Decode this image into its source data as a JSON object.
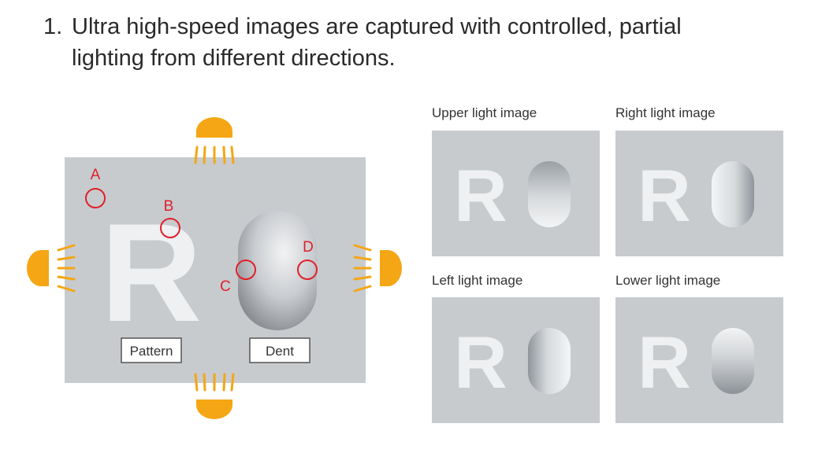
{
  "heading": {
    "number": "1.",
    "line1": "Ultra high-speed images are captured with controlled, partial",
    "line2": "lighting from different directions."
  },
  "diagram": {
    "points": [
      "A",
      "B",
      "C",
      "D"
    ],
    "label_pattern": "Pattern",
    "label_dent": "Dent",
    "letter": "R"
  },
  "thumbnails": [
    {
      "label": "Upper light image",
      "light": "upper"
    },
    {
      "label": "Right light image",
      "light": "right"
    },
    {
      "label": "Left light image",
      "light": "left"
    },
    {
      "label": "Lower light image",
      "light": "lower"
    }
  ],
  "colors": {
    "lamp": "#f5a614",
    "marker": "#e0202a",
    "panel": "#c7cbce",
    "letter": "#eef0f1"
  }
}
